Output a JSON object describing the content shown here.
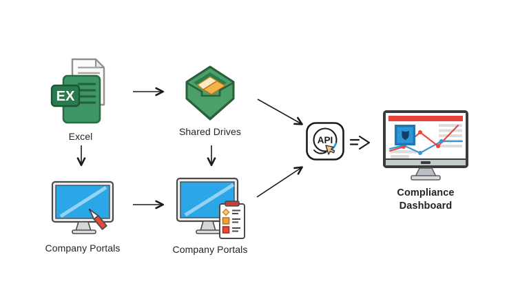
{
  "nodes": {
    "excel": {
      "label": "Excel",
      "badge": "EX"
    },
    "shared_drives": {
      "label": "Shared Drives"
    },
    "company_portals_left": {
      "label": "Company Portals"
    },
    "company_portals_middle": {
      "label": "Company Portals"
    },
    "api": {
      "label": "API"
    },
    "compliance_dashboard": {
      "label_lines": [
        "Compliance",
        "Dashboard"
      ]
    }
  },
  "connections": [
    {
      "from": "excel",
      "to": "shared-drives",
      "kind": "arrow"
    },
    {
      "from": "excel",
      "to": "company-portals-left",
      "kind": "arrow"
    },
    {
      "from": "shared-drives",
      "to": "company-portals-middle",
      "kind": "arrow"
    },
    {
      "from": "company-portals-left",
      "to": "company-portals-middle",
      "kind": "arrow"
    },
    {
      "from": "shared-drives",
      "to": "api",
      "kind": "arrow"
    },
    {
      "from": "company-portals-middle",
      "to": "api",
      "kind": "arrow"
    },
    {
      "from": "api",
      "to": "compliance-dashboard",
      "kind": "double-arrow"
    }
  ],
  "colors": {
    "excel_green": "#3d9663",
    "excel_badge_green": "#2a7a4f",
    "drive_green": "#4aa068",
    "drive_dark_green": "#2b5e3a",
    "folder_cream": "#fdeac0",
    "folder_orange": "#f2b348",
    "screen_blue": "#2ba7e8",
    "pen_red": "#e8473c",
    "clipboard_red": "#cf3c32",
    "clipboard_orange": "#f2a33c",
    "api_arc_blue": "#2d9cdb",
    "cursor_tan": "#f2c57c",
    "dashboard_topbar_red": "#e8433a",
    "dashboard_tile_blue": "#2e96d6",
    "chart_line_red": "#e8473c",
    "chart_line_blue": "#3a96d2",
    "arrow_ink": "#1a1a1a"
  }
}
